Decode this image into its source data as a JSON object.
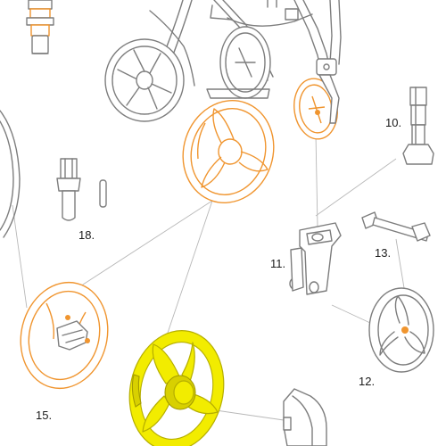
{
  "colors": {
    "highlight_part": "#f2ec00",
    "highlight_part_dark": "#d8d000",
    "related_parts_outline": "#f0952f",
    "line_art": "#7d7d7d",
    "leader_lines": "#b8b8b8"
  },
  "callouts": {
    "part_10": "10.",
    "part_11": "11.",
    "part_12": "12.",
    "part_13": "13.",
    "part_15": "15.",
    "part_18": "18."
  }
}
